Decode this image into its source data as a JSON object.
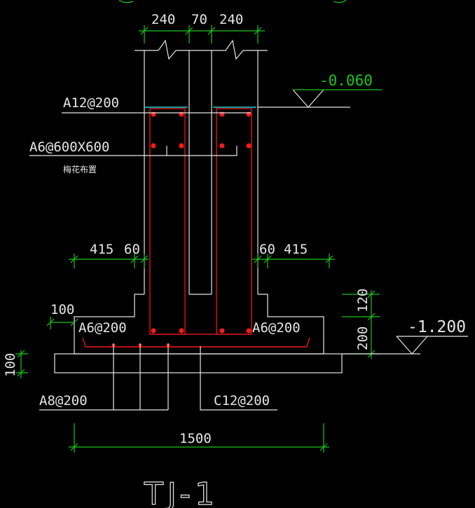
{
  "drawing": {
    "title": "TJ-1",
    "dimensions": {
      "top_left": "240",
      "top_mid": "70",
      "top_right": "240",
      "step_left_outer": "415",
      "step_left_inner": "60",
      "step_right_inner": "60",
      "step_right_outer": "415",
      "edge_100": "100",
      "right_120": "120",
      "right_200": "200",
      "bottom_100": "100",
      "bottom_width": "1500"
    },
    "elevations": {
      "upper": "-0.060",
      "lower": "-1.200"
    },
    "rebar_labels": {
      "a12": "A12@200",
      "a6_grid": "A6@600X600",
      "grid_note": "梅花布置",
      "a6_left": "A6@200",
      "a6_right": "A6@200",
      "a8": "A8@200",
      "c12": "C12@200"
    }
  }
}
